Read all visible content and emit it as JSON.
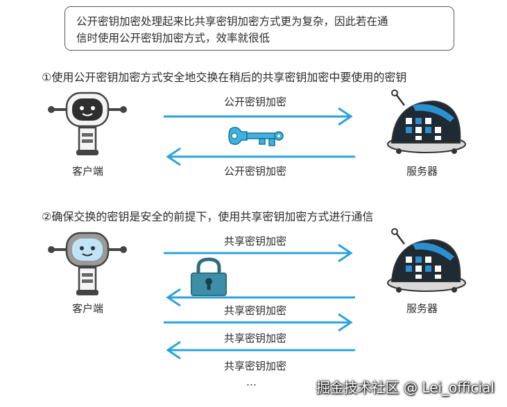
{
  "note": {
    "line1": "公开密钥加密处理起来比共享密钥加密方式更为复杂，因此若在通",
    "line2": "信时使用公开密钥加密方式，效率就很低"
  },
  "section1": {
    "heading": "①使用公开密钥加密方式安全地交换在稍后的共享密钥加密中要使用的密钥",
    "arrow_top_label": "公开密钥加密",
    "arrow_bottom_label": "公开密钥加密",
    "client_label": "客户端",
    "server_label": "服务器"
  },
  "section2": {
    "heading": "②确保交换的密钥是安全的前提下，使用共享密钥加密方式进行通信",
    "arrow_labels": [
      "共享密钥加密",
      "共享密钥加密",
      "共享密钥加密",
      "共享密钥加密"
    ],
    "client_label": "客户端",
    "server_label": "服务器",
    "ellipsis": "…"
  },
  "watermark": "掘金技术社区 @ Lei_official",
  "colors": {
    "arrow": "#2aa3dc",
    "key": "#3fb1de",
    "lock": "#3d8fa8",
    "robot_dark": "#2e2e2e",
    "server_dark": "#1f2a33",
    "server_blue": "#2c8fd0"
  }
}
